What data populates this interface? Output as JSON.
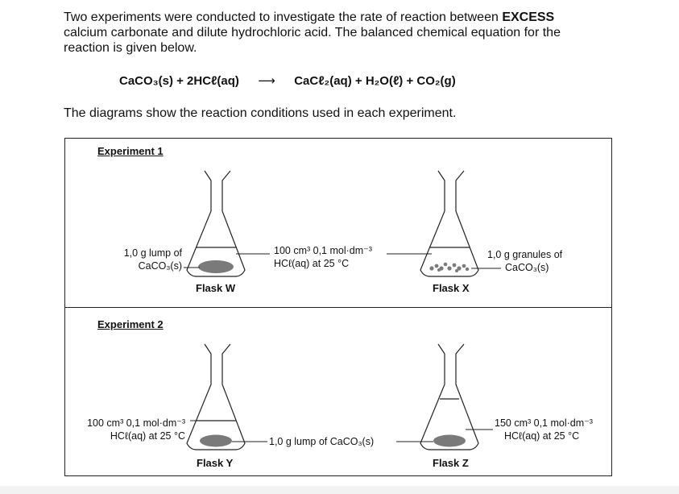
{
  "intro": {
    "part1": "Two experiments were conducted to investigate the rate of reaction between ",
    "bold": "EXCESS",
    "part2": " calcium carbonate and dilute hydrochloric acid. The balanced chemical equation for the reaction is given below."
  },
  "equation": {
    "reactants": "CaCO₃(s) + 2HCℓ(aq)",
    "arrow": "⟶",
    "products": "CaCℓ₂(aq) + H₂O(ℓ) + CO₂(g)"
  },
  "caption": "The diagrams show the reaction conditions used in each experiment.",
  "experiment1": {
    "title": "Experiment 1",
    "flask_w": {
      "name": "Flask W",
      "solid_label_line1": "1,0 g lump of",
      "solid_label_line2": "CaCO₃(s)"
    },
    "acid_label_line1": "100 cm³ 0,1 mol·dm⁻³",
    "acid_label_line2": "HCℓ(aq) at 25 °C",
    "flask_x": {
      "name": "Flask X",
      "solid_label_line1": "1,0 g granules of",
      "solid_label_line2": "CaCO₃(s)"
    }
  },
  "experiment2": {
    "title": "Experiment 2",
    "flask_y": {
      "name": "Flask Y",
      "acid_label_line1": "100 cm³ 0,1 mol·dm⁻³",
      "acid_label_line2": "HCℓ(aq) at 25 °C"
    },
    "solid_label": "1,0 g lump of CaCO₃(s)",
    "flask_z": {
      "name": "Flask Z",
      "acid_label_line1": "150 cm³ 0,1 mol·dm⁻³",
      "acid_label_line2": "HCℓ(aq) at 25 °C"
    }
  },
  "colors": {
    "solid": "#7a7a7a",
    "line": "#222222"
  }
}
